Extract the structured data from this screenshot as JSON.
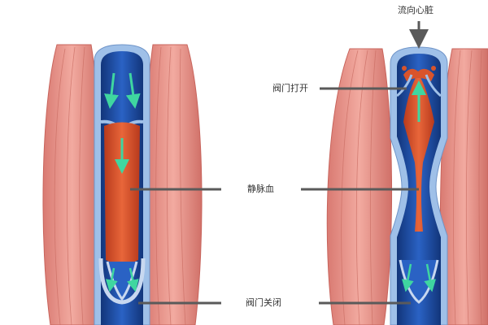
{
  "labels": {
    "flow_to_heart": "流向心脏",
    "valve_open": "阀门打开",
    "venous_blood": "静脉血",
    "valve_closed": "阀门关闭"
  },
  "colors": {
    "muscle": "#e8948a",
    "muscle_dark": "#c8645c",
    "vein_wall": "#8fb4e0",
    "vein_inner": "#1f4fa8",
    "blood": "#d9542b",
    "arrow": "#3fd6a0",
    "pointer": "#5a5a5a"
  }
}
